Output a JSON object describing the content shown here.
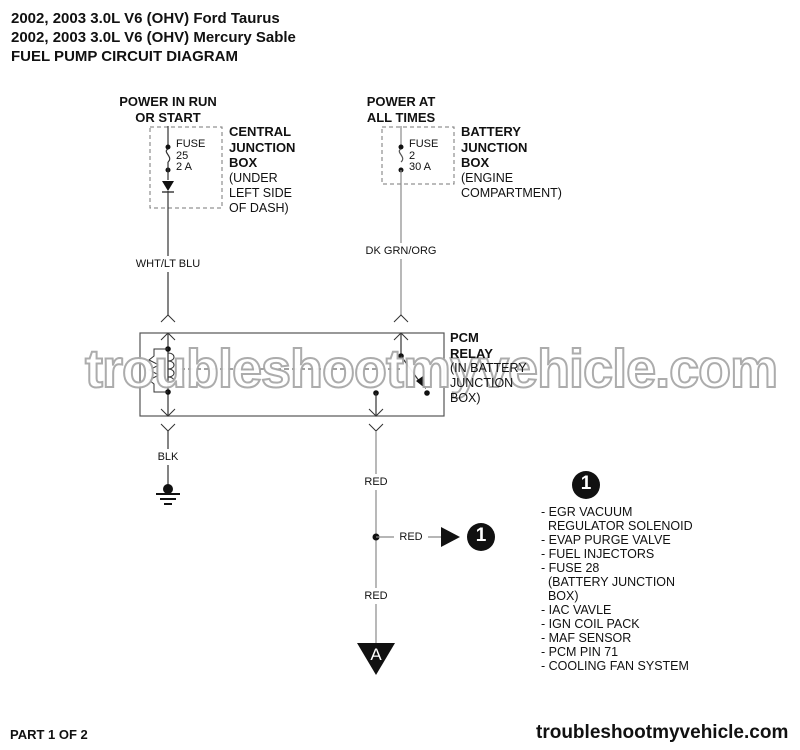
{
  "title": {
    "line1": "2002, 2003 3.0L V6 (OHV) Ford Taurus",
    "line2": "2002, 2003 3.0L V6 (OHV) Mercury Sable",
    "line3": "FUEL PUMP CIRCUIT DIAGRAM"
  },
  "sources": {
    "left": {
      "power_line1": "POWER IN RUN",
      "power_line2": "OR START",
      "fuse_label": "FUSE",
      "fuse_number": "25",
      "fuse_rating": "2 A",
      "box_line1": "CENTRAL",
      "box_line2": "JUNCTION",
      "box_line3": "BOX",
      "loc_line1": "(UNDER",
      "loc_line2": "LEFT SIDE",
      "loc_line3": "OF DASH)"
    },
    "right": {
      "power_line1": "POWER AT",
      "power_line2": "ALL TIMES",
      "fuse_label": "FUSE",
      "fuse_number": "2",
      "fuse_rating": "30 A",
      "box_line1": "BATTERY",
      "box_line2": "JUNCTION",
      "box_line3": "BOX",
      "loc_line1": "(ENGINE",
      "loc_line2": "COMPARTMENT)"
    }
  },
  "wires": {
    "left_upper": "WHT/LT BLU",
    "right_upper": "DK GRN/ORG",
    "left_lower": "BLK",
    "right_lower_1": "RED",
    "branch": "RED",
    "right_lower_2": "RED"
  },
  "relay": {
    "name_line1": "PCM",
    "name_line2": "RELAY",
    "loc_line1": "(IN BATTERY",
    "loc_line2": "JUNCTION",
    "loc_line3": "BOX)"
  },
  "connectors": {
    "branch_marker": "1",
    "continuation": "A"
  },
  "legend": {
    "marker": "1",
    "items": [
      "- EGR VACUUM",
      "  REGULATOR SOLENOID",
      "- EVAP PURGE VALVE",
      "- FUEL INJECTORS",
      "- FUSE 28",
      "  (BATTERY JUNCTION",
      "  BOX)",
      "- IAC VAVLE",
      "- IGN COIL PACK",
      "- MAF SENSOR",
      "- PCM PIN 71",
      "- COOLING FAN SYSTEM"
    ]
  },
  "watermark": "troubleshootmyvehicle.com",
  "footer": {
    "part": "PART 1 OF 2",
    "site": "troubleshootmyvehicle.com"
  },
  "colors": {
    "wire_dark": "#333333",
    "wire_gray": "#8a8a8a",
    "box_dash": "#777777",
    "watermark_stroke": "#a8a8a8"
  }
}
